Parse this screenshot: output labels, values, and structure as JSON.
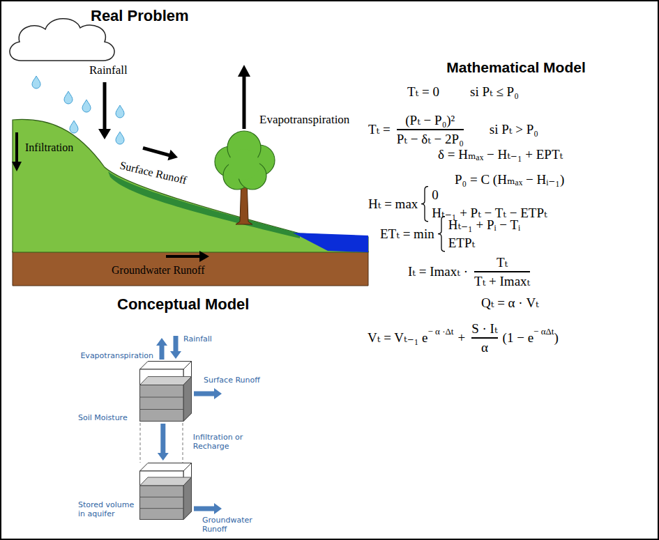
{
  "diagram": {
    "nodes": [
      {
        "text": [
          "Soil Moisture"
        ]
      },
      {
        "text": [
          "Stored volume in aquifer"
        ]
      }
    ],
    "edges": [
      {
        "from": 0,
        "to": 1,
        "arrow": "to",
        "label": "Infiltration or Recharge"
      }
    ],
    "labels": [
      "Real Problem",
      "Rainfall",
      "Evapotranspiration",
      "Infiltration",
      "Surface Runoff",
      "Groundwater Runoff",
      "Conceptual Model",
      "Rainfall",
      "Evapotranspiration",
      "Surface Runoff",
      "Groundwater Runoff",
      "Mathematical Model",
      "Tₜ = 0",
      "si Pₜ ≤ P₀",
      "Tₜ =",
      "(Pₜ − P₀)²",
      "Pₜ − δₜ − 2P₀",
      "si Pₜ > P₀",
      "δ = Hₘₐₓ − Hₜ₋₁ + EPTₜ",
      "P₀ = C (Hₘₐₓ − Hᵢ₋₁)",
      "Hₜ = max",
      "0",
      "Hₜ₋₁ + Pₜ − Tₜ − ETPₜ",
      "ETₜ = min",
      "Hₜ₋₁ + Pᵢ − Tᵢ",
      "ETPₜ",
      "Iₜ = Imaxₜ ·",
      "Tₜ",
      "Tₜ + Imaxₜ",
      "Qₜ = α · Vₜ",
      "Vₜ = Vₜ₋₁ e",
      "− α ·Δt",
      "+",
      "S · Iₜ",
      "α",
      "(1 − e",
      "− αΔt",
      ")"
    ]
  }
}
